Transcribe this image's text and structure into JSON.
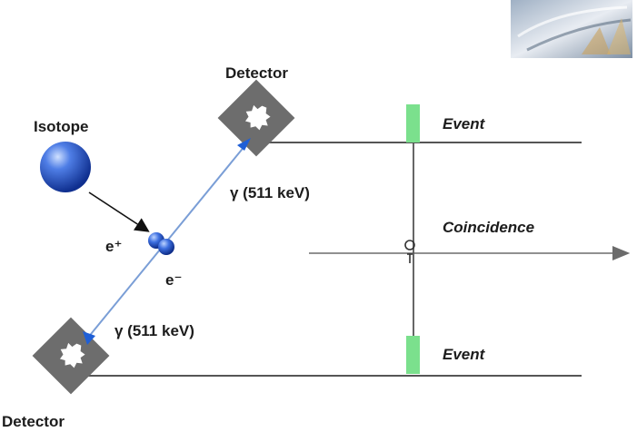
{
  "diagram": {
    "isotope_label": "Isotope",
    "detector_top_label": "Detector",
    "detector_bottom_label": "Detector",
    "positron_label": "e⁺",
    "electron_label": "e⁻",
    "gamma_top_label": "γ (511 keV)",
    "gamma_bottom_label": "γ (511 keV)",
    "event_top_label": "Event",
    "event_bottom_label": "Event",
    "coincidence_label": "Coincidence"
  },
  "colors": {
    "detector": "#6d6d6d",
    "isotope": "#2f59c9",
    "beam": "#7a9ed6",
    "pulse": "#7be08d",
    "line": "#555555"
  }
}
